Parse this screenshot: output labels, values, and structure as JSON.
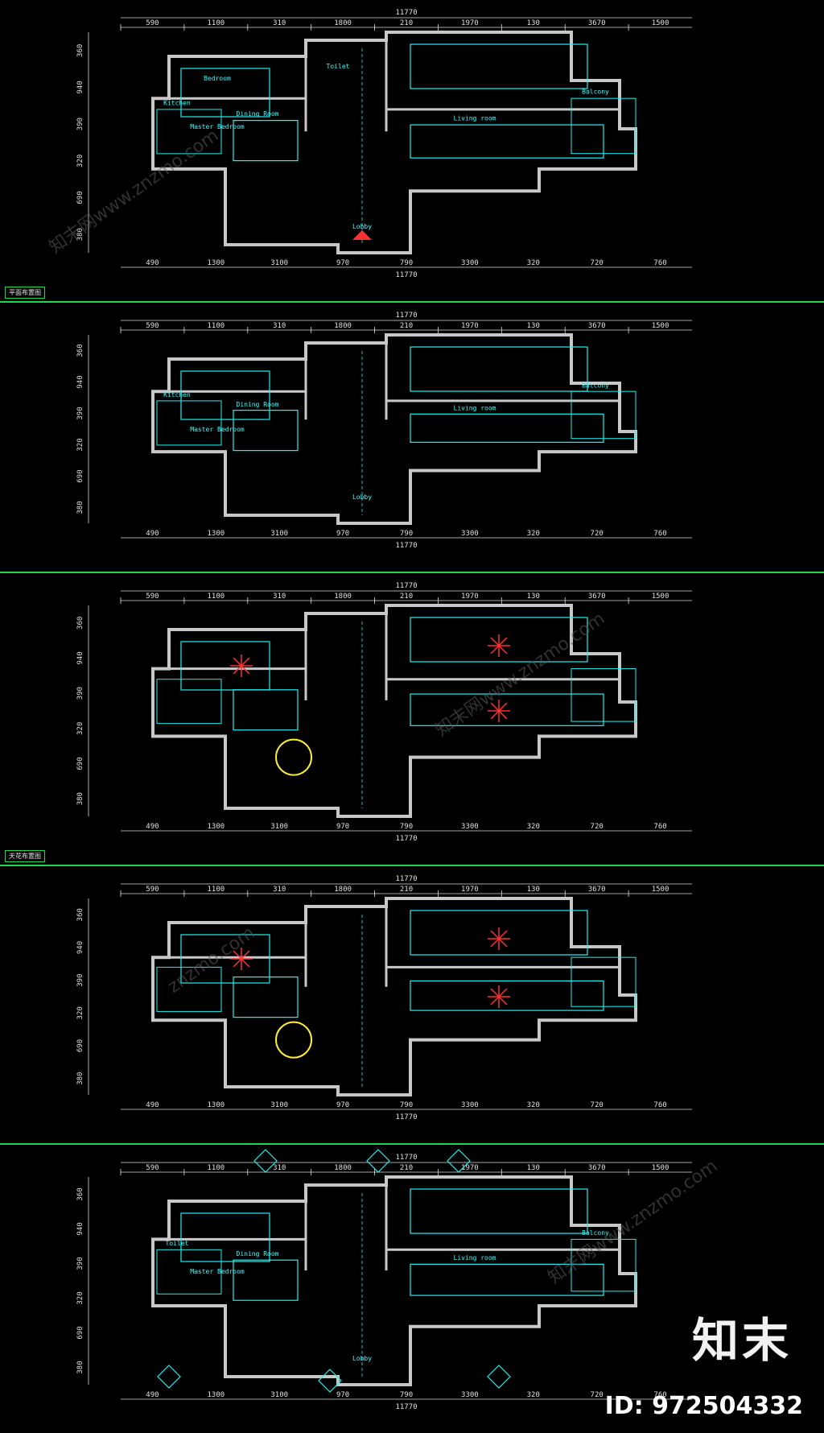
{
  "colors": {
    "background": "#000000",
    "wall": "#c8c8c8",
    "cyan": "#20f0f0",
    "green": "#1fd84a",
    "red": "#ff3030",
    "yellow": "#ffee33",
    "watermark": "#5a5a5a"
  },
  "overall_dimension": "11770",
  "panels": [
    {
      "top_dims": [
        "590",
        "1100",
        "310",
        "1800",
        "210",
        "1970",
        "130",
        "3670",
        "1500"
      ],
      "bottom_dims": [
        "490",
        "1300",
        "3100",
        "970",
        "790",
        "3300",
        "320",
        "720",
        "760"
      ],
      "left_dims": [
        "360",
        "940",
        "390",
        "320",
        "690",
        "380"
      ],
      "rooms": [
        "Master Bedroom",
        "Dining Room",
        "Living room",
        "Balcony",
        "Lobby",
        "Kitchen",
        "Toilet",
        "Bedroom"
      ],
      "legend": "平面布置图"
    },
    {
      "top_dims": [
        "590",
        "1100",
        "310",
        "1800",
        "210",
        "1970",
        "130",
        "3670",
        "1500"
      ],
      "bottom_dims": [
        "490",
        "1300",
        "3100",
        "970",
        "790",
        "3300",
        "320",
        "720",
        "760"
      ],
      "left_dims": [
        "360",
        "940",
        "390",
        "320",
        "690",
        "380"
      ],
      "rooms": [
        "Master Bedroom",
        "Dining Room",
        "Living room",
        "Balcony",
        "Lobby",
        "Kitchen"
      ],
      "legend": ""
    },
    {
      "top_dims": [
        "590",
        "1100",
        "310",
        "1800",
        "210",
        "1970",
        "130",
        "3670",
        "1500"
      ],
      "bottom_dims": [
        "490",
        "1300",
        "3100",
        "970",
        "790",
        "3300",
        "320",
        "720",
        "760"
      ],
      "left_dims": [
        "360",
        "940",
        "390",
        "320",
        "690",
        "380"
      ],
      "rooms": [],
      "legend": "天花布置图"
    },
    {
      "top_dims": [
        "590",
        "1100",
        "310",
        "1800",
        "210",
        "1970",
        "130",
        "3670",
        "1500"
      ],
      "bottom_dims": [
        "490",
        "1300",
        "3100",
        "970",
        "790",
        "3300",
        "320",
        "720",
        "760"
      ],
      "left_dims": [
        "360",
        "940",
        "390",
        "320",
        "690",
        "380"
      ],
      "rooms": [],
      "legend": ""
    },
    {
      "top_dims": [
        "590",
        "1100",
        "310",
        "1800",
        "210",
        "1970",
        "130",
        "3670",
        "1500"
      ],
      "bottom_dims": [
        "490",
        "1300",
        "3100",
        "970",
        "790",
        "3300",
        "320",
        "720",
        "760"
      ],
      "left_dims": [
        "360",
        "940",
        "390",
        "320",
        "690",
        "380"
      ],
      "rooms": [
        "Master Bedroom",
        "Dining Room",
        "Living room",
        "Balcony",
        "Lobby",
        "Toilet"
      ],
      "legend": ""
    }
  ],
  "watermarks": [
    "知末网www.znzmo.com",
    "知末网www.znzmo.com",
    "znzmo.com",
    "知末网www.znzmo.com"
  ],
  "brand": {
    "logo_text": "知末",
    "id_text": "ID: 972504332"
  }
}
